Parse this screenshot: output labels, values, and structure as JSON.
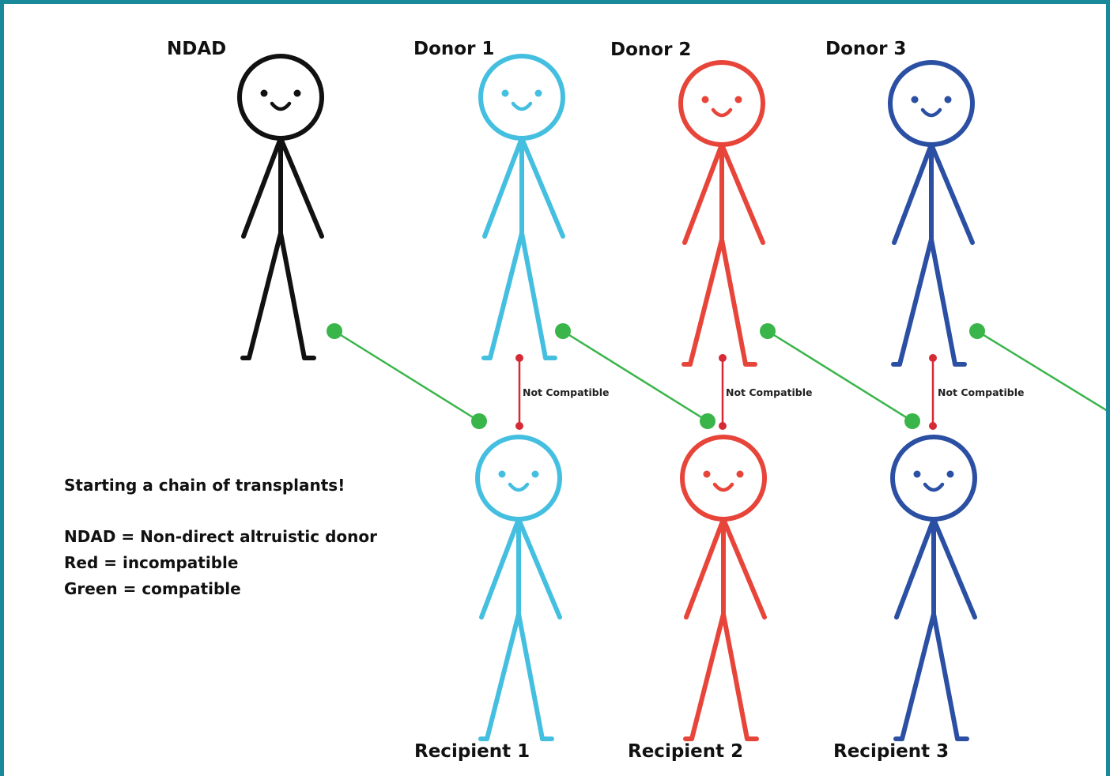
{
  "colors": {
    "border": "#1a8a9b",
    "ndad": "#111111",
    "pair_1": "#45bfe0",
    "pair_2": "#e8453a",
    "pair_3": "#2a4fa3",
    "compatible": "#3ab54a",
    "incompatible": "#d62a35"
  },
  "people": {
    "ndad": {
      "label": "NDAD",
      "color_key": "ndad"
    },
    "donors": [
      {
        "label": "Donor 1",
        "color_key": "pair_1"
      },
      {
        "label": "Donor 2",
        "color_key": "pair_2"
      },
      {
        "label": "Donor 3",
        "color_key": "pair_3"
      }
    ],
    "recipients": [
      {
        "label": "Recipient 1",
        "color_key": "pair_1"
      },
      {
        "label": "Recipient 2",
        "color_key": "pair_2"
      },
      {
        "label": "Recipient 3",
        "color_key": "pair_3"
      }
    ]
  },
  "links": {
    "incompatible_label": "Not Compatible",
    "incompatible_pairs": [
      {
        "from": "Donor 1",
        "to": "Recipient 1"
      },
      {
        "from": "Donor 2",
        "to": "Recipient 2"
      },
      {
        "from": "Donor 3",
        "to": "Recipient 3"
      }
    ],
    "compatible_matches": [
      {
        "from": "NDAD",
        "to": "Recipient 1"
      },
      {
        "from": "Donor 1",
        "to": "Recipient 2"
      },
      {
        "from": "Donor 2",
        "to": "Recipient 3"
      },
      {
        "from": "Donor 3",
        "to": ""
      }
    ]
  },
  "legend": {
    "title": "Starting a chain of transplants!",
    "lines": [
      "NDAD = Non-direct altruistic donor",
      "Red = incompatible",
      "Green = compatible"
    ]
  }
}
